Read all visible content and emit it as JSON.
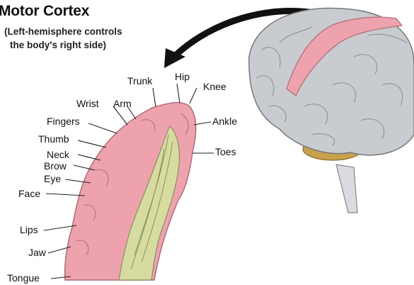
{
  "title": "Motor Cortex",
  "subtitle_line1": "(Left-hemisphere controls",
  "subtitle_line2": "the body's right side)",
  "labels": {
    "trunk": "Trunk",
    "hip": "Hip",
    "knee": "Knee",
    "wrist": "Wrist",
    "arm": "Arm",
    "fingers": "Fingers",
    "ankle": "Ankle",
    "thumb": "Thumb",
    "toes": "Toes",
    "neck": "Neck",
    "brow": "Brow",
    "eye": "Eye",
    "face": "Face",
    "lips": "Lips",
    "jaw": "Jaw",
    "tongue": "Tongue"
  },
  "colors": {
    "cortex_pink": "#eea2ad",
    "brain_gray": "#c8ccd0",
    "white_matter": "#d6dca0",
    "arrow": "#111111"
  }
}
